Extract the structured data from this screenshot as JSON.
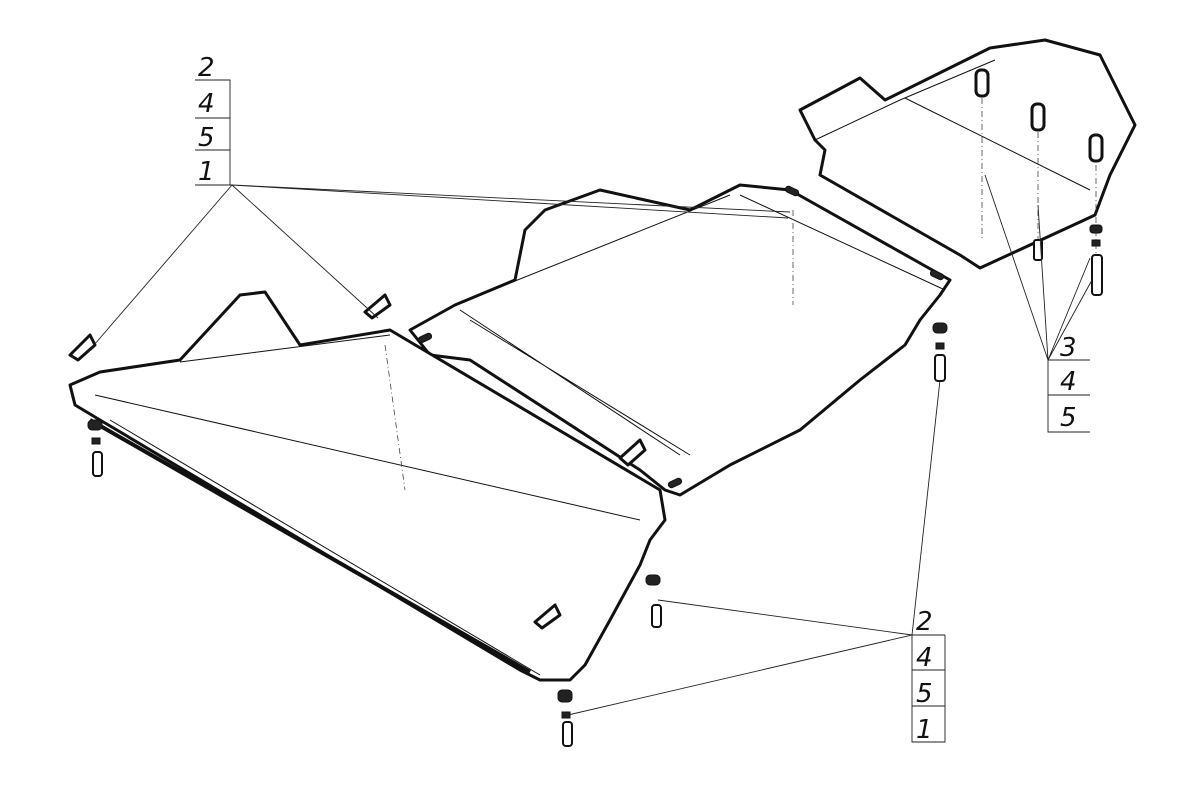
{
  "callouts": [
    {
      "id": "top-left",
      "items": [
        "2",
        "4",
        "5",
        "1"
      ]
    },
    {
      "id": "right",
      "items": [
        "3",
        "4",
        "5"
      ]
    },
    {
      "id": "bottom-right",
      "items": [
        "2",
        "4",
        "5",
        "1"
      ]
    }
  ],
  "colors": {
    "line": "#111111",
    "background": "#ffffff"
  }
}
